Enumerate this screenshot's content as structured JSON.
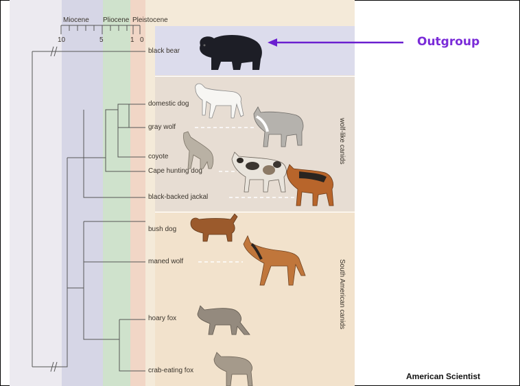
{
  "timeline": {
    "epochs": [
      "Miocene",
      "Pliocene",
      "Pleistocene"
    ],
    "ticks": [
      "10",
      "5",
      "1",
      "0"
    ]
  },
  "taxa": {
    "black_bear": "black bear",
    "domestic_dog": "domestic dog",
    "gray_wolf": "gray wolf",
    "coyote": "coyote",
    "cape_hunting_dog": "Cape hunting dog",
    "black_backed_jackal": "black-backed jackal",
    "bush_dog": "bush dog",
    "maned_wolf": "maned wolf",
    "hoary_fox": "hoary fox",
    "crab_eating_fox": "crab-eating fox"
  },
  "groups": {
    "wolf_like": "wolf-like canids",
    "south_american": "South American canids"
  },
  "annotation": {
    "outgroup": "Outgroup",
    "color": "#7a2bd8"
  },
  "credit": "American Scientist"
}
